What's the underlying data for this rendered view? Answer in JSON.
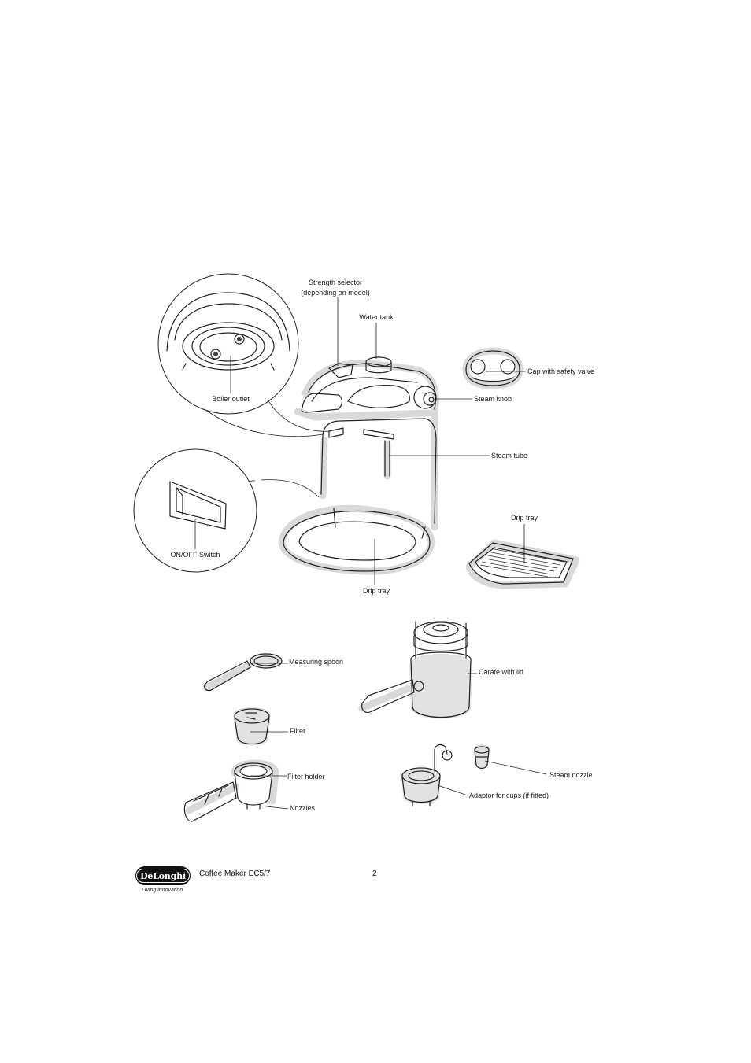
{
  "labels": {
    "strength_selector_1": "Strength selector",
    "strength_selector_2": "(depending on model)",
    "water_tank": "Water tank",
    "cap_safety_valve": "Cap with safety valve",
    "boiler_outlet": "Boiler outlet",
    "steam_knob": "Steam knob",
    "steam_tube": "Steam tube",
    "onoff_switch": "ON/OFF Switch",
    "drip_tray_main": "Drip tray",
    "drip_tray_detail": "Drip tray",
    "measuring_spoon": "Measuring spoon",
    "carafe_with_lid": "Carafe with lid",
    "filter": "Filter",
    "filter_holder": "Filter holder",
    "nozzles": "Nozzles",
    "steam_nozzle": "Steam nozzle",
    "adaptor_for_cups": "Adaptor for cups (if fitted)"
  },
  "footer": {
    "brand": "DeLonghi",
    "tagline": "Living innovation",
    "model": "Coffee Maker EC5/7",
    "page_number": "2"
  }
}
